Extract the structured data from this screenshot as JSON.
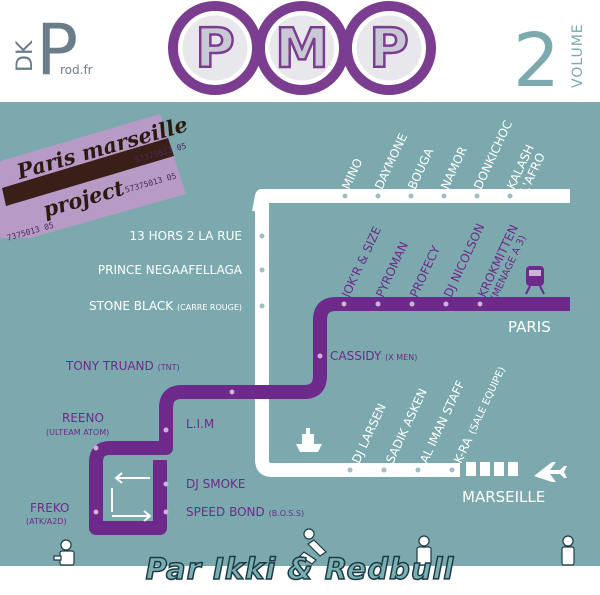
{
  "label": {
    "label_dk": "DK",
    "label_p": "P",
    "label_prod": "rod.fr",
    "title_letters": [
      "P",
      "M",
      "P"
    ],
    "volume_number": "2",
    "volume_label": "VOLUME"
  },
  "ticket": {
    "line1": "Paris marseille",
    "line2": "project",
    "serial1": "57375013 05",
    "serial2": "57375013 05",
    "serial3": "7375013 05"
  },
  "stations": {
    "top_row": [
      "MINO",
      "DAYMONE",
      "BOUGA",
      "NAMOR",
      "DONKICHOC",
      "KALASH"
    ],
    "top_row_extra": "L'AFRO",
    "left_column": [
      {
        "name": "13 HORS 2 LA RUE",
        "crew": ""
      },
      {
        "name": "PRINCE NEGAAFELLAGA",
        "crew": ""
      },
      {
        "name": "STONE BLACK",
        "crew": "(CARRE ROUGE)"
      }
    ],
    "inner_top": [
      "JOK'R & SIZE",
      "PYROMAN",
      "PROFECY",
      "DJ NICOLSON",
      "KROKMITTEN"
    ],
    "inner_top_extra": "(MENAGE A 3)",
    "paris": "PARIS",
    "cassidy": {
      "name": "CASSIDY",
      "crew": "(X MEN)"
    },
    "tony": {
      "name": "TONY TRUAND",
      "crew": "(TNT)"
    },
    "lim": "L.I.M",
    "reeno": {
      "name": "REENO",
      "crew": "(ULTEAM ATOM)"
    },
    "dj_smoke": "DJ SMOKE",
    "speed_bond": {
      "name": "SPEED BOND",
      "crew": "(B.O.S.S)"
    },
    "freko": {
      "name": "FREKO",
      "crew": "(ATK/A2D)"
    },
    "inner_bottom": [
      "DJ LARSEN",
      "SADIK ASKEN",
      "AL IMAN STAFF",
      "K-RA"
    ],
    "inner_bottom_extra": "(SALE EQUIPE)",
    "marseille": "MARSEILLE"
  },
  "footer": {
    "credit": "Par Ikki & Redbull"
  },
  "colors": {
    "background_teal": "#7ba9ad",
    "line_purple": "#6d2a8a",
    "ring_purple": "#7a3d8f",
    "track_white": "#ffffff"
  },
  "icons": [
    "train-icon",
    "ship-icon",
    "plane-icon",
    "walking-person-icon",
    "falling-person-icon",
    "standing-person-icon"
  ]
}
